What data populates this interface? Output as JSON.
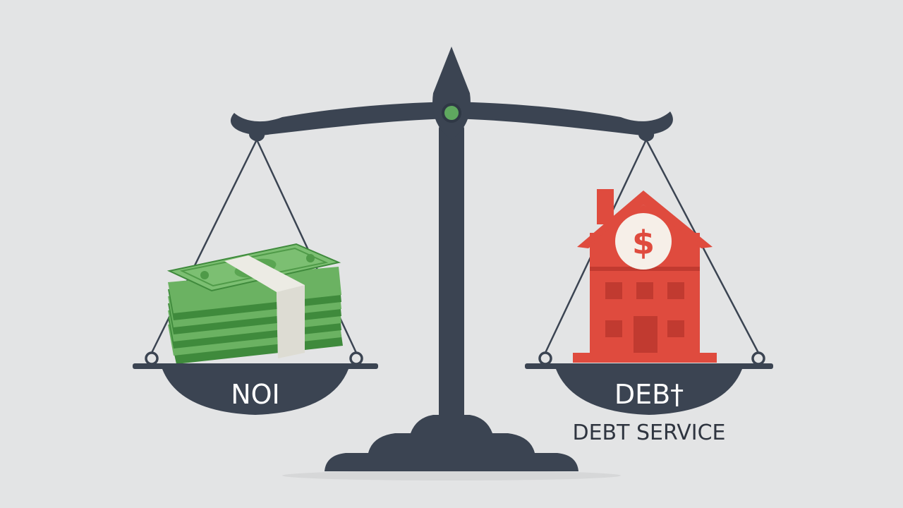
{
  "labels": {
    "left_pan": "NOI",
    "right_pan": "DEB†",
    "right_caption": "DEBT SERVICE",
    "house_symbol": "$"
  },
  "colors": {
    "background": "#e3e4e5",
    "scale": "#3b4452",
    "pivot": "#5fa85f",
    "money_dark": "#3f8a3c",
    "money_light": "#6bb262",
    "band": "#ecebe4",
    "house": "#df4b3e",
    "house_window": "#c13a30",
    "coin": "#f6efe8",
    "pan_text": "#ffffff",
    "caption_text": "#2f3540"
  }
}
